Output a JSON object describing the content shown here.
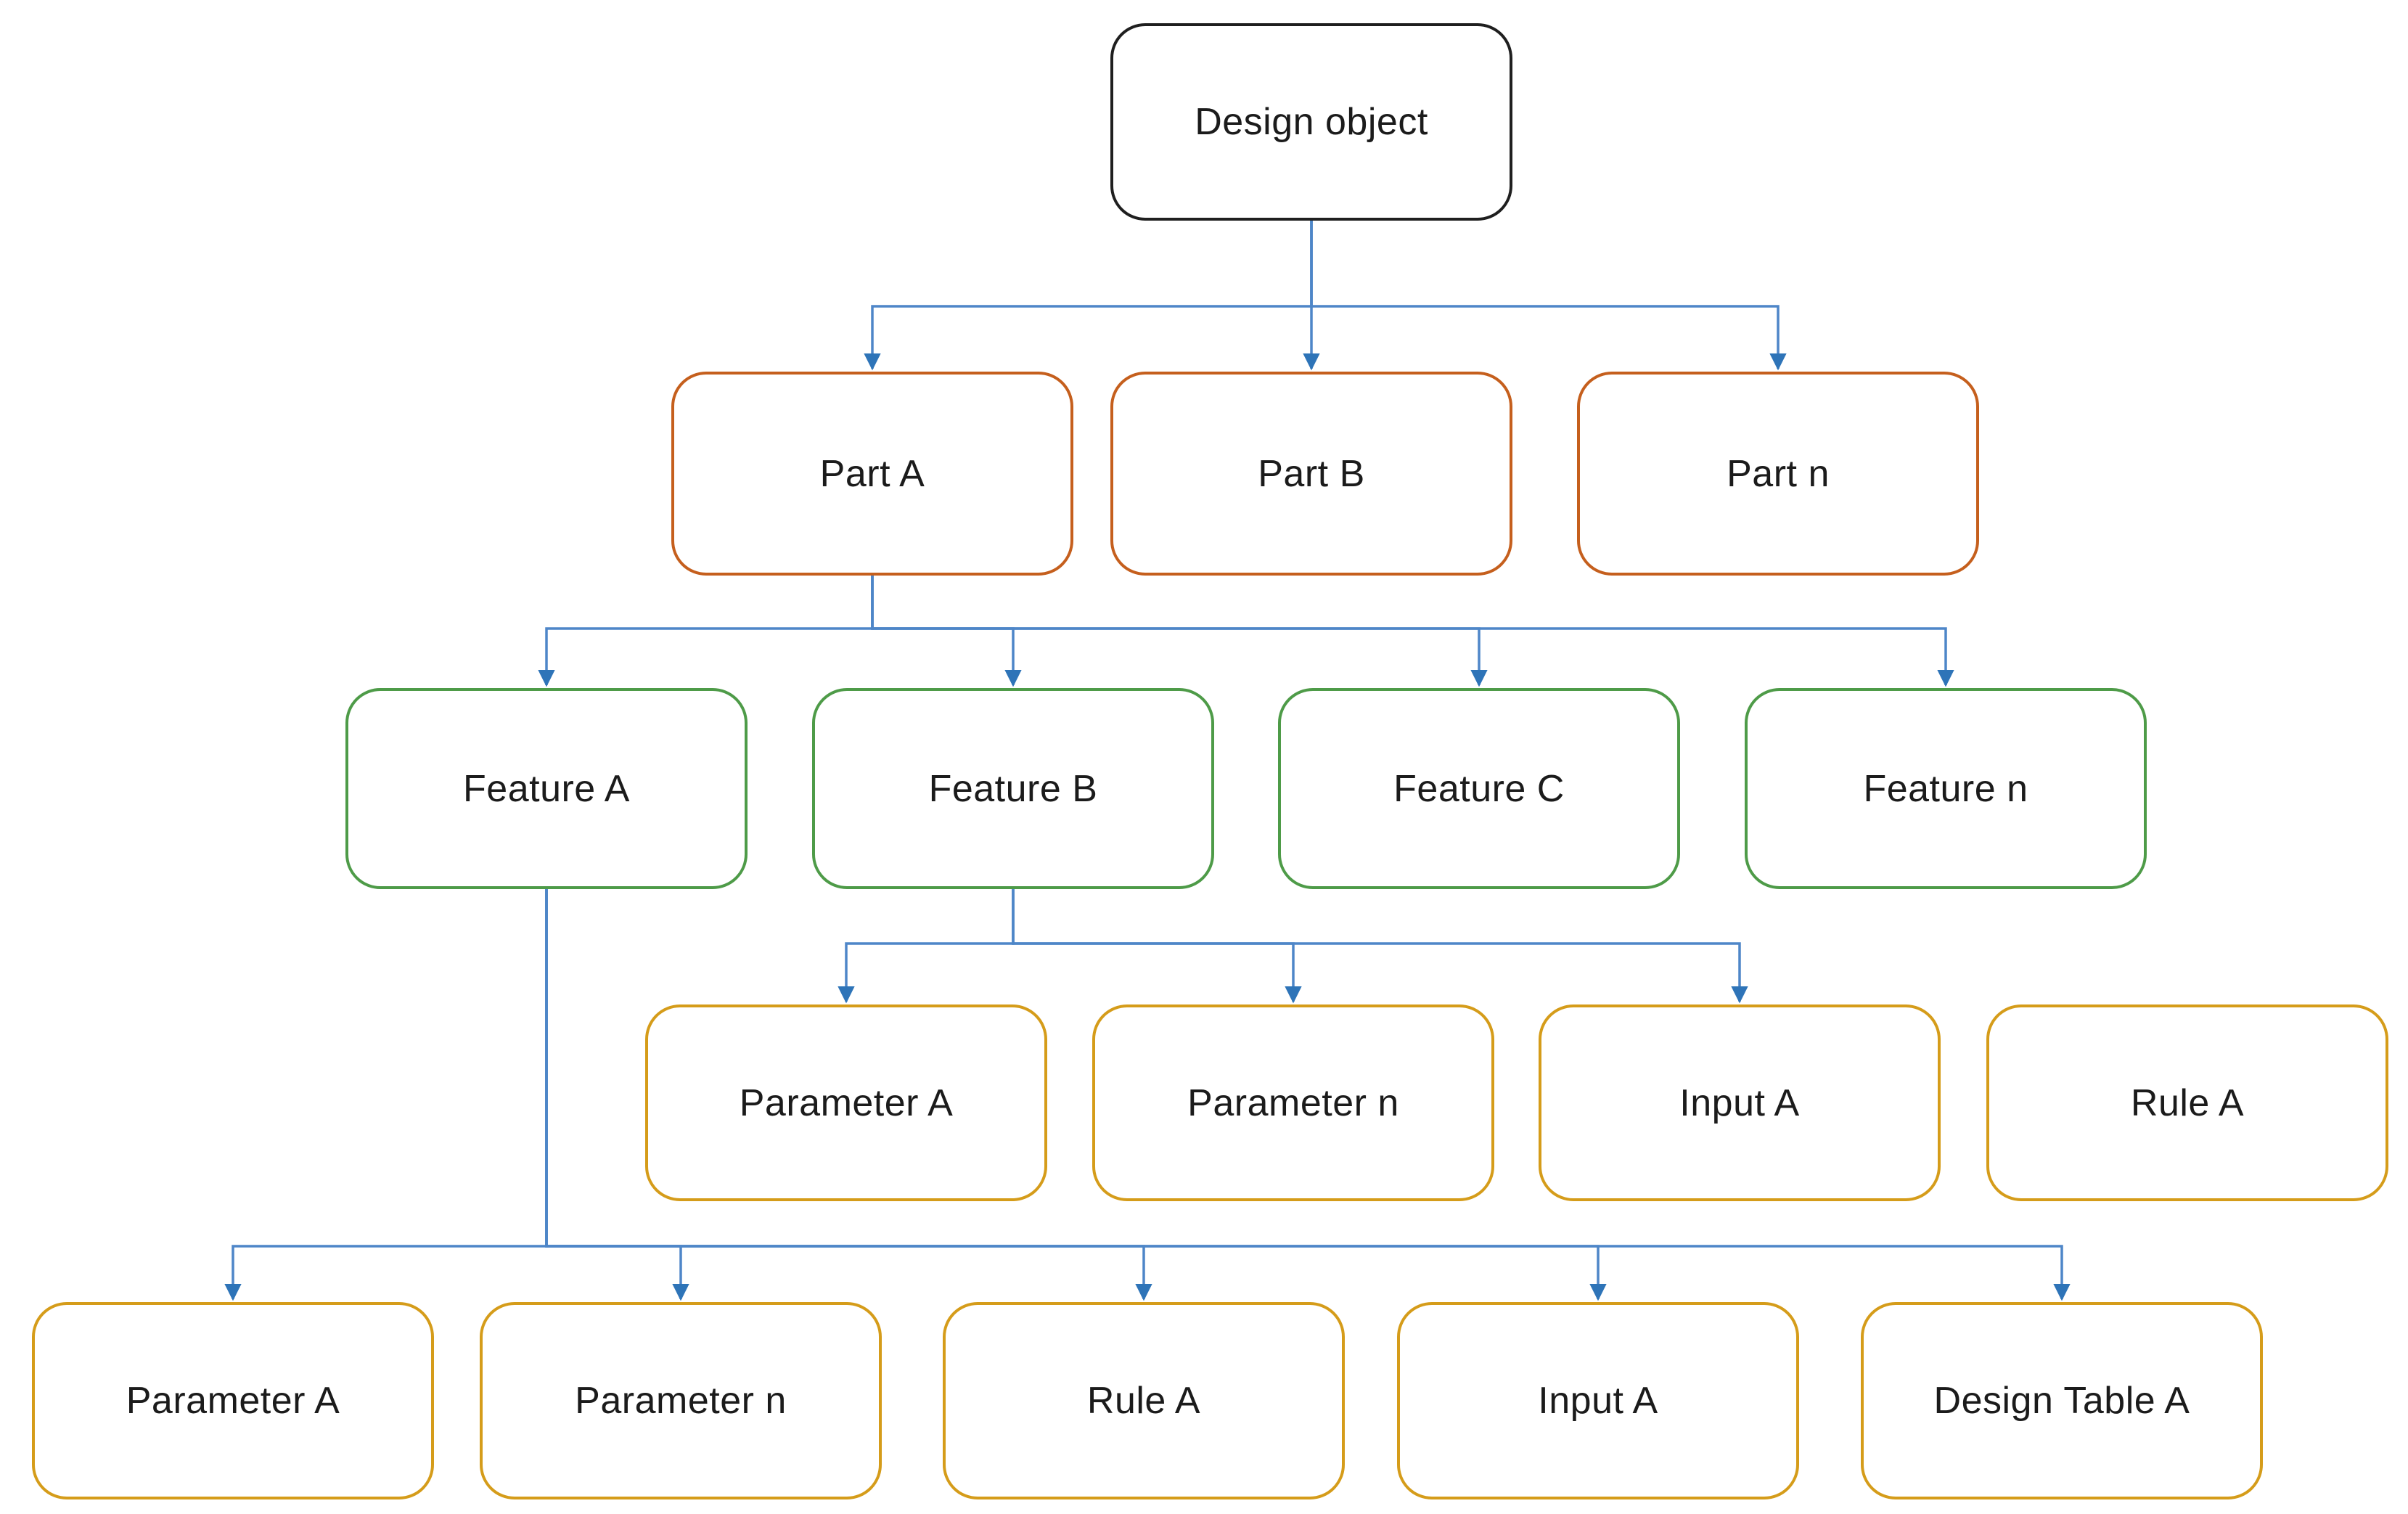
{
  "diagram": {
    "type": "tree",
    "background": "#ffffff",
    "colors": {
      "root_border": "#1f1f1f",
      "part_border": "#c55f1d",
      "feature_border": "#4e9b48",
      "leaf_border": "#d59c1a",
      "connector_line": "#4e86c8",
      "arrowhead": "#2e74b8",
      "text": "#1b1b1b",
      "node_fill": "#ffffff"
    },
    "nodes": {
      "design_object": {
        "label": "Design object",
        "level": "root"
      },
      "part_a": {
        "label": "Part A",
        "level": "part"
      },
      "part_b": {
        "label": "Part B",
        "level": "part"
      },
      "part_n": {
        "label": "Part n",
        "level": "part"
      },
      "feature_a": {
        "label": "Feature A",
        "level": "feature"
      },
      "feature_b": {
        "label": "Feature B",
        "level": "feature"
      },
      "feature_c": {
        "label": "Feature C",
        "level": "feature"
      },
      "feature_n": {
        "label": "Feature n",
        "level": "feature"
      },
      "parameter_a_l4": {
        "label": "Parameter A",
        "level": "leaf"
      },
      "parameter_n_l4": {
        "label": "Parameter n",
        "level": "leaf"
      },
      "input_a_l4": {
        "label": "Input A",
        "level": "leaf"
      },
      "rule_a_l4": {
        "label": "Rule A",
        "level": "leaf"
      },
      "parameter_a_l5": {
        "label": "Parameter A",
        "level": "leaf"
      },
      "parameter_n_l5": {
        "label": "Parameter n",
        "level": "leaf"
      },
      "rule_a_l5": {
        "label": "Rule A",
        "level": "leaf"
      },
      "input_a_l5": {
        "label": "Input A",
        "level": "leaf"
      },
      "design_table_a_l5": {
        "label": "Design Table A",
        "level": "leaf"
      }
    },
    "edges": [
      {
        "from": "design_object",
        "to": "part_a",
        "arrow": true
      },
      {
        "from": "design_object",
        "to": "part_b",
        "arrow": true
      },
      {
        "from": "design_object",
        "to": "part_n",
        "arrow": true
      },
      {
        "from": "part_a",
        "to": "feature_a",
        "arrow": true
      },
      {
        "from": "part_a",
        "to": "feature_b",
        "arrow": true
      },
      {
        "from": "part_a",
        "to": "feature_c",
        "arrow": true
      },
      {
        "from": "part_a",
        "to": "feature_n",
        "arrow": true
      },
      {
        "from": "feature_b",
        "to": "parameter_a_l4",
        "arrow": true
      },
      {
        "from": "feature_b",
        "to": "parameter_n_l4",
        "arrow": true
      },
      {
        "from": "feature_b",
        "to": "input_a_l4",
        "arrow": true
      },
      {
        "from": "feature_a",
        "to": "parameter_a_l5",
        "arrow": true
      },
      {
        "from": "feature_a",
        "to": "parameter_n_l5",
        "arrow": true
      },
      {
        "from": "feature_a",
        "to": "rule_a_l5",
        "arrow": true
      },
      {
        "from": "feature_a",
        "to": "input_a_l5",
        "arrow": true
      },
      {
        "from": "feature_a",
        "to": "design_table_a_l5",
        "arrow": true
      }
    ],
    "unconnected_nodes": [
      "rule_a_l4"
    ]
  }
}
